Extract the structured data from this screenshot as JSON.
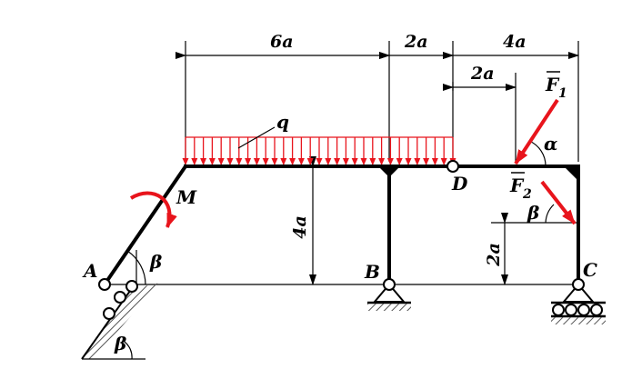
{
  "dimensions": {
    "top_left": "6a",
    "top_mid": "2a",
    "top_right": "4a",
    "upper_right": "2a",
    "height": "4a",
    "right_height": "2a"
  },
  "loads": {
    "distributed": "q",
    "moment": "M",
    "force1": "F",
    "force1_index": "1",
    "force2": "F",
    "force2_index": "2",
    "alpha": "α",
    "beta": "β"
  },
  "points": {
    "A": "A",
    "B": "B",
    "C": "C",
    "D": "D"
  },
  "colors": {
    "line": "#000000",
    "load": "#e8141c",
    "hatch": "#555555"
  }
}
